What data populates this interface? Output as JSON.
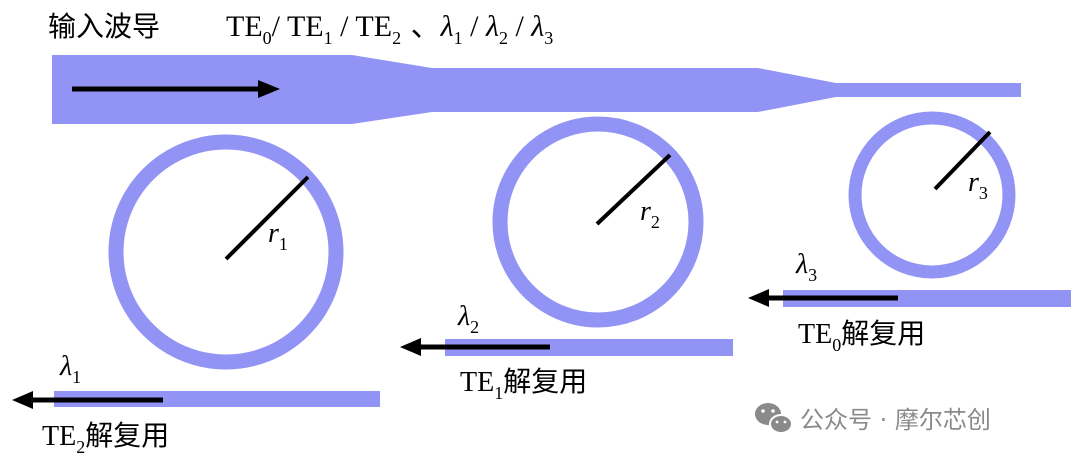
{
  "colors": {
    "waveguide": "#9294f5",
    "arrow": "#000000",
    "text": "#000000",
    "watermark": "#8a8a8a"
  },
  "input": {
    "label": "输入波导",
    "modes_line": {
      "te": "TE",
      "sub0": "0",
      "sep1": "/ TE",
      "sub1": "1",
      "sep2": " / TE",
      "sub2": "2",
      "sep3": " 、",
      "lambda": "λ",
      "l1": "1",
      "slash1": " / ",
      "l2": "2",
      "slash2": " / ",
      "l3": "3"
    }
  },
  "rings": [
    {
      "r_symbol": "r",
      "r_sub": "1"
    },
    {
      "r_symbol": "r",
      "r_sub": "2"
    },
    {
      "r_symbol": "r",
      "r_sub": "3"
    }
  ],
  "outputs": [
    {
      "lambda": "λ",
      "lambda_sub": "1",
      "te": "TE",
      "te_sub": "2",
      "suffix": "解复用"
    },
    {
      "lambda": "λ",
      "lambda_sub": "2",
      "te": "TE",
      "te_sub": "1",
      "suffix": "解复用"
    },
    {
      "lambda": "λ",
      "lambda_sub": "3",
      "te": "TE",
      "te_sub": "0",
      "suffix": "解复用"
    }
  ],
  "watermark": {
    "icon": "wechat-icon",
    "text": "公众号 · 摩尔芯创"
  }
}
